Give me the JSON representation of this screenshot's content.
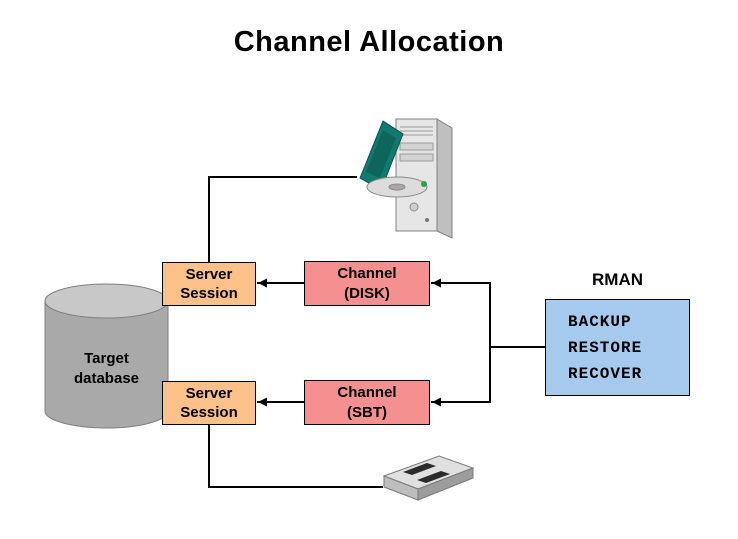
{
  "title": "Channel Allocation",
  "diagram": {
    "target_database": {
      "line1": "Target",
      "line2": "database"
    },
    "server_session_top": {
      "line1": "Server",
      "line2": "Session"
    },
    "channel_disk": {
      "line1": "Channel",
      "line2": "(DISK)"
    },
    "server_session_bottom": {
      "line1": "Server",
      "line2": "Session"
    },
    "channel_sbt": {
      "line1": "Channel",
      "line2": "(SBT)"
    },
    "rman": {
      "label": "RMAN",
      "commands": [
        "BACKUP",
        "RESTORE",
        "RECOVER"
      ]
    }
  },
  "icons": {
    "server": "server-tower-icon",
    "tape": "tape-drive-icon",
    "database": "database-cylinder-icon"
  },
  "colors": {
    "server_session_fill": "#FCC189",
    "channel_fill": "#F49090",
    "rman_fill": "#A6CAEE",
    "cylinder_body": "#A9A9A9",
    "cylinder_top": "#C8C8C8",
    "connector": "#000000",
    "background": "#FFFFFF"
  }
}
